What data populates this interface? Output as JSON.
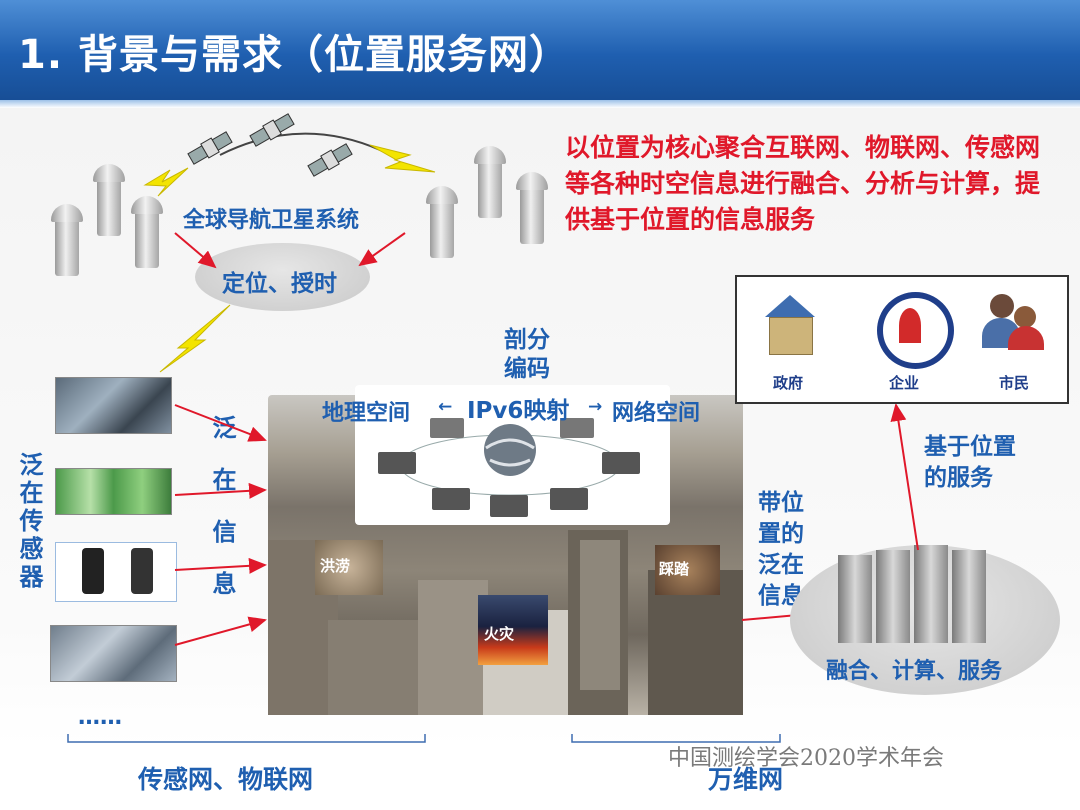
{
  "title": "1. 背景与需求（位置服务网）",
  "statement": "以位置为核心聚合互联网、物联网、传感网等各种时空信息进行融合、分析与计算，提供基于位置的信息服务",
  "gnss_label": "全球导航卫星系统",
  "positioning_label": "定位、授时",
  "encoding_label": "剖分编码",
  "geo_space": "地理空间",
  "ipv6_label": "IPv6映射",
  "net_space": "网络空间",
  "left_sensor_label": "泛在传感器",
  "ubiquitous_info": "泛在信息",
  "events": {
    "flood": "洪涝",
    "stampede": "踩踏",
    "fire": "火灾"
  },
  "location_info": "带位置的泛在信息",
  "fusion_label": "融合、计算、服务",
  "lbs_label": "基于位置的服务",
  "users": {
    "gov": "政府",
    "enterprise": "企业",
    "citizen": "市民"
  },
  "ellipsis": "……",
  "bottom_left": "传感网、物联网",
  "bottom_right": "万维网",
  "watermark": "中国测绘学会2020学术年会",
  "colors": {
    "title_bar": "#1f5fb0",
    "blue_text": "#1f5fb0",
    "red_text": "#e0182a"
  }
}
